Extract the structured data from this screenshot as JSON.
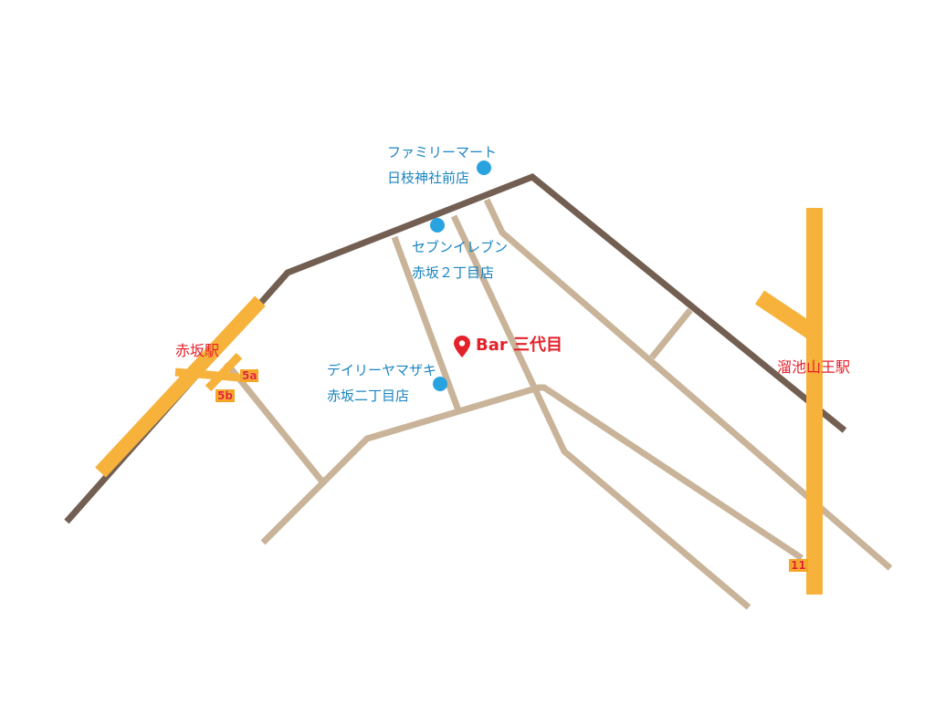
{
  "colors": {
    "major_road": "#735f52",
    "street": "#c9b49a",
    "rail": "#f7b23b",
    "store_dot": "#29a3df",
    "store_text": "#1b84c0",
    "station_text": "#e3212a",
    "destination": "#e3212a"
  },
  "destination": {
    "name": "Bar 三代目",
    "icon": "map-pin-icon"
  },
  "stores": [
    {
      "line1": "ファミリーマート",
      "line2": "日枝神社前店"
    },
    {
      "line1": "セブンイレブン",
      "line2": "赤坂２丁目店"
    },
    {
      "line1": "デイリーヤマザキ",
      "line2": "赤坂二丁目店"
    }
  ],
  "stations": [
    {
      "name": "赤坂駅"
    },
    {
      "name": "溜池山王駅"
    }
  ],
  "exits": [
    {
      "label": "5a"
    },
    {
      "label": "5b"
    },
    {
      "label": "11"
    }
  ]
}
